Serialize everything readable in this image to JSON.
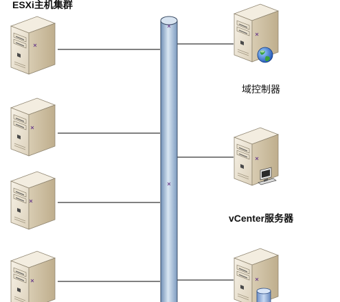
{
  "cluster": {
    "title": "ESXi主机集群",
    "host_count": 4
  },
  "servers": [
    {
      "id": "domain-controller",
      "label": "域控制器",
      "badge": "globe-icon"
    },
    {
      "id": "vcenter",
      "label": "vCenter服务器",
      "badge": "workstation-icon"
    },
    {
      "id": "storage",
      "label": "",
      "badge": "database-icon"
    }
  ],
  "colors": {
    "bus_fill": "#a9c3de",
    "bus_stroke": "#3c4d66",
    "connector": "#000000",
    "server_light": "#ece4d2",
    "server_dark": "#c9bb9d"
  }
}
